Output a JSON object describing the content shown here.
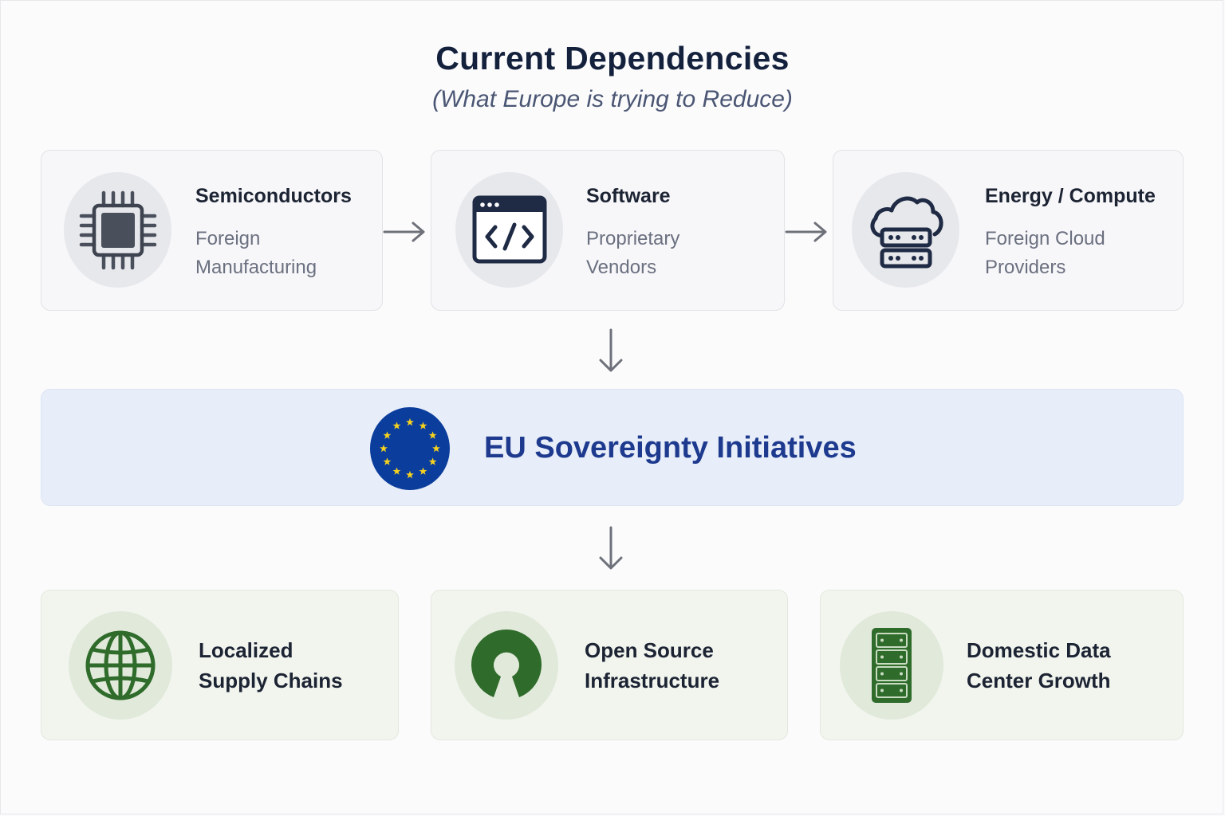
{
  "header": {
    "title": "Current Dependencies",
    "subtitle": "(What Europe is trying to Reduce)"
  },
  "dependencies": [
    {
      "title": "Semiconductors",
      "line1": "Foreign",
      "line2": "Manufacturing",
      "icon": "chip-icon"
    },
    {
      "title": "Software",
      "line1": "Proprietary",
      "line2": "Vendors",
      "icon": "code-window-icon"
    },
    {
      "title": "Energy / Compute",
      "line1": "Foreign Cloud",
      "line2": "Providers",
      "icon": "cloud-server-icon"
    }
  ],
  "banner": {
    "title": "EU Sovereignty Initiatives",
    "icon": "eu-flag-icon"
  },
  "outcomes": [
    {
      "line1": "Localized",
      "line2": "Supply Chains",
      "icon": "globe-icon"
    },
    {
      "line1": "Open Source",
      "line2": "Infrastructure",
      "icon": "open-source-icon"
    },
    {
      "line1": "Domestic Data",
      "line2": "Center Growth",
      "icon": "server-rack-icon"
    }
  ],
  "colors": {
    "title": "#14213d",
    "icon_dark": "#1f2a44",
    "chip_fill": "#4a4f5c",
    "banner_bg": "#e8eef9",
    "banner_text": "#1d3a8f",
    "eu_blue": "#0b3d9c",
    "eu_star": "#f5d21e",
    "green": "#2f6b2a",
    "arrow": "#6e717a"
  }
}
